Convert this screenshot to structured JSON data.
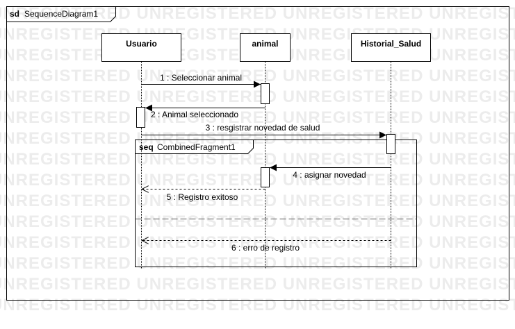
{
  "frame": {
    "keyword": "sd",
    "name": "SequenceDiagram1"
  },
  "watermark": {
    "text": "UNREGISTERED"
  },
  "lifelines": [
    {
      "name": "Usuario"
    },
    {
      "name": "animal"
    },
    {
      "name": "Historial_Salud"
    }
  ],
  "fragment": {
    "keyword": "seq",
    "name": "CombinedFragment1"
  },
  "messages": [
    {
      "label": "1 : Seleccionar animal",
      "kind": "sync"
    },
    {
      "label": "2 : Animal seleccionado",
      "kind": "sync"
    },
    {
      "label": "3 : resgistrar novedad de salud",
      "kind": "sync"
    },
    {
      "label": "4 : asignar novedad",
      "kind": "sync"
    },
    {
      "label": "5 : Registro exitoso",
      "kind": "return"
    },
    {
      "label": "6 : erro de registro",
      "kind": "return"
    }
  ],
  "colors": {
    "line": "#000000",
    "separator": "#555555",
    "watermark": "#ececec",
    "background": "#ffffff"
  }
}
